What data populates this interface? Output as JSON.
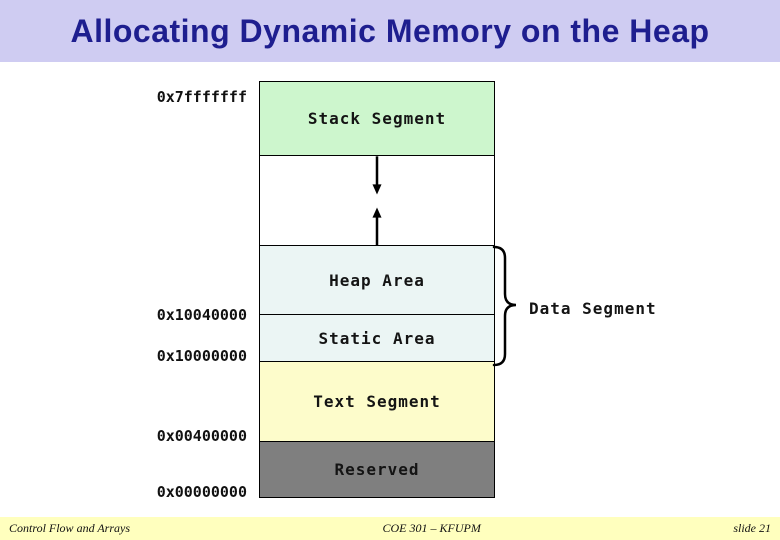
{
  "slide": {
    "title": "Allocating Dynamic Memory on the Heap"
  },
  "diagram": {
    "segments": {
      "stack": {
        "label": "Stack Segment",
        "color": "#cdf6cd"
      },
      "heap": {
        "label": "Heap Area",
        "color": "#ebf5f4"
      },
      "static": {
        "label": "Static Area",
        "color": "#ebf5f4"
      },
      "text": {
        "label": "Text Segment",
        "color": "#fdfccb"
      },
      "reserved": {
        "label": "Reserved",
        "color": "#7f7f7f"
      }
    },
    "addresses": {
      "top": "0x7fffffff",
      "heap_top": "0x10040000",
      "static_base": "0x10000000",
      "text_base": "0x00400000",
      "zero": "0x00000000"
    },
    "brace_label": "Data Segment"
  },
  "footer": {
    "left": "Control Flow and Arrays",
    "center": "COE 301 – KFUPM",
    "right": "slide 21"
  },
  "colors": {
    "title_bar_bg": "#cfccf2",
    "title_text": "#1e1e8f",
    "footer_bg": "#ffffbe",
    "border": "#000000"
  }
}
